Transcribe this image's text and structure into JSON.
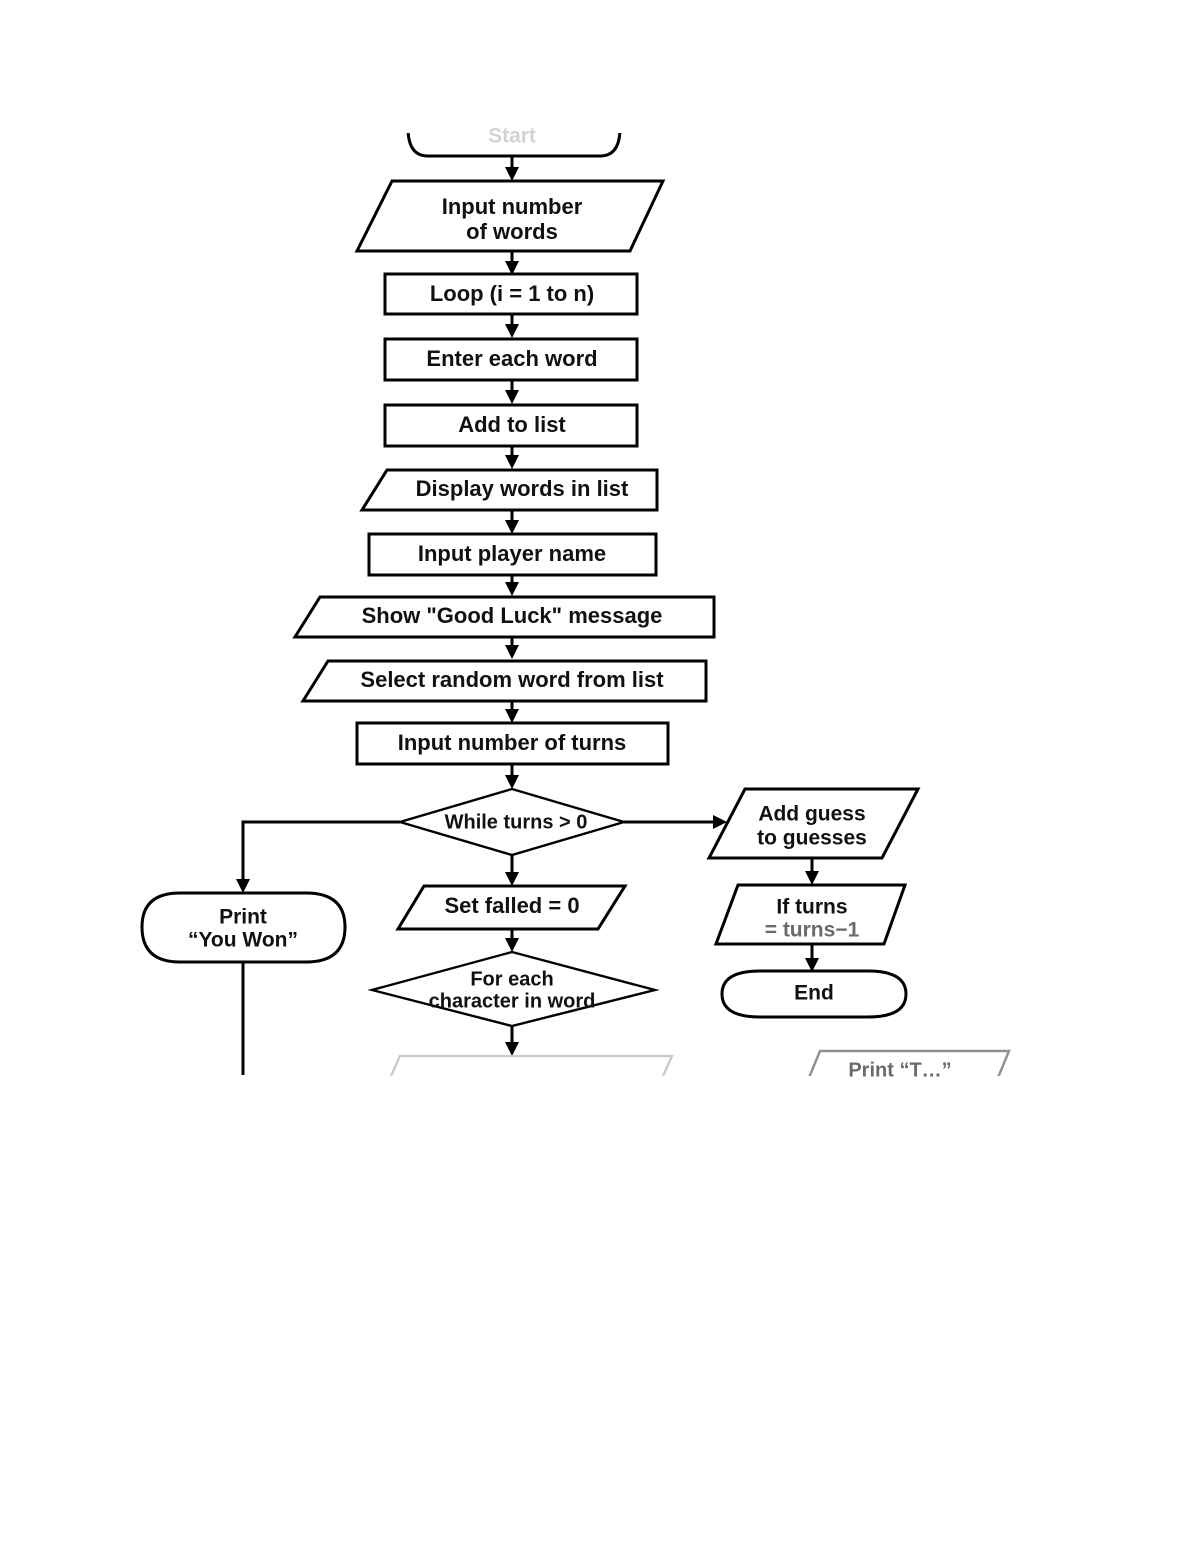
{
  "document": {
    "kind": "flowchart",
    "title": "Hangman game flowchart",
    "background_color": "#ffffff",
    "line_color": "#000000",
    "text_color": "#111111"
  },
  "nodes": {
    "start": {
      "label": "Start",
      "shape": "terminator",
      "state": "clipped-top"
    },
    "input_number_of_words": {
      "line1": "Input number",
      "line2": "of words",
      "shape": "parallelogram"
    },
    "loop": {
      "label": "Loop (i = 1 to n)",
      "shape": "process"
    },
    "enter_each_word": {
      "label": "Enter each word",
      "shape": "process"
    },
    "add_to_list": {
      "label": "Add to list",
      "shape": "process"
    },
    "display_words": {
      "label": "Display words in list",
      "shape": "parallelogram"
    },
    "input_player_name": {
      "label": "Input player name",
      "shape": "process"
    },
    "good_luck": {
      "label": "Show \"Good Luck\" message",
      "shape": "parallelogram"
    },
    "select_random_word": {
      "label": "Select random word from list",
      "shape": "parallelogram"
    },
    "input_number_of_turns": {
      "label": "Input number of turns",
      "shape": "process"
    },
    "while_turns": {
      "label": "While turns > 0",
      "shape": "decision"
    },
    "print_you_won": {
      "line1": "Print",
      "line2": "“You Won”",
      "shape": "terminator"
    },
    "set_failed": {
      "label": "Set falled = 0",
      "shape": "parallelogram"
    },
    "for_each_character": {
      "line1": "For each",
      "line2": "character in word",
      "shape": "decision"
    },
    "add_guess": {
      "line1": "Add guess",
      "line2": "to guesses",
      "shape": "parallelogram"
    },
    "if_turns": {
      "line1": "If turns",
      "line2": "= turns−1",
      "shape": "parallelogram"
    },
    "end": {
      "label": "End",
      "shape": "terminator"
    },
    "clipped_bottom_center": {
      "label": "",
      "shape": "parallelogram",
      "state": "clipped-bottom"
    },
    "clipped_bottom_right": {
      "label": "Print “T…”",
      "shape": "parallelogram",
      "state": "clipped-bottom"
    }
  },
  "edges": [
    {
      "from": "start",
      "to": "input_number_of_words",
      "kind": "vertical"
    },
    {
      "from": "input_number_of_words",
      "to": "loop",
      "kind": "vertical"
    },
    {
      "from": "loop",
      "to": "enter_each_word",
      "kind": "vertical"
    },
    {
      "from": "enter_each_word",
      "to": "add_to_list",
      "kind": "vertical"
    },
    {
      "from": "add_to_list",
      "to": "display_words",
      "kind": "vertical"
    },
    {
      "from": "display_words",
      "to": "input_player_name",
      "kind": "vertical"
    },
    {
      "from": "input_player_name",
      "to": "good_luck",
      "kind": "vertical"
    },
    {
      "from": "good_luck",
      "to": "select_random_word",
      "kind": "vertical"
    },
    {
      "from": "select_random_word",
      "to": "input_number_of_turns",
      "kind": "vertical"
    },
    {
      "from": "input_number_of_turns",
      "to": "while_turns",
      "kind": "vertical"
    },
    {
      "from": "while_turns",
      "to": "print_you_won",
      "kind": "left-elbow"
    },
    {
      "from": "while_turns",
      "to": "add_guess",
      "kind": "right"
    },
    {
      "from": "while_turns",
      "to": "set_failed",
      "kind": "vertical"
    },
    {
      "from": "set_failed",
      "to": "for_each_character",
      "kind": "vertical"
    },
    {
      "from": "for_each_character",
      "to": "clipped_bottom_center",
      "kind": "vertical"
    },
    {
      "from": "add_guess",
      "to": "if_turns",
      "kind": "vertical"
    },
    {
      "from": "if_turns",
      "to": "end",
      "kind": "vertical"
    },
    {
      "from": "print_you_won",
      "to": "clipped_bottom_left",
      "kind": "vertical-open"
    }
  ]
}
